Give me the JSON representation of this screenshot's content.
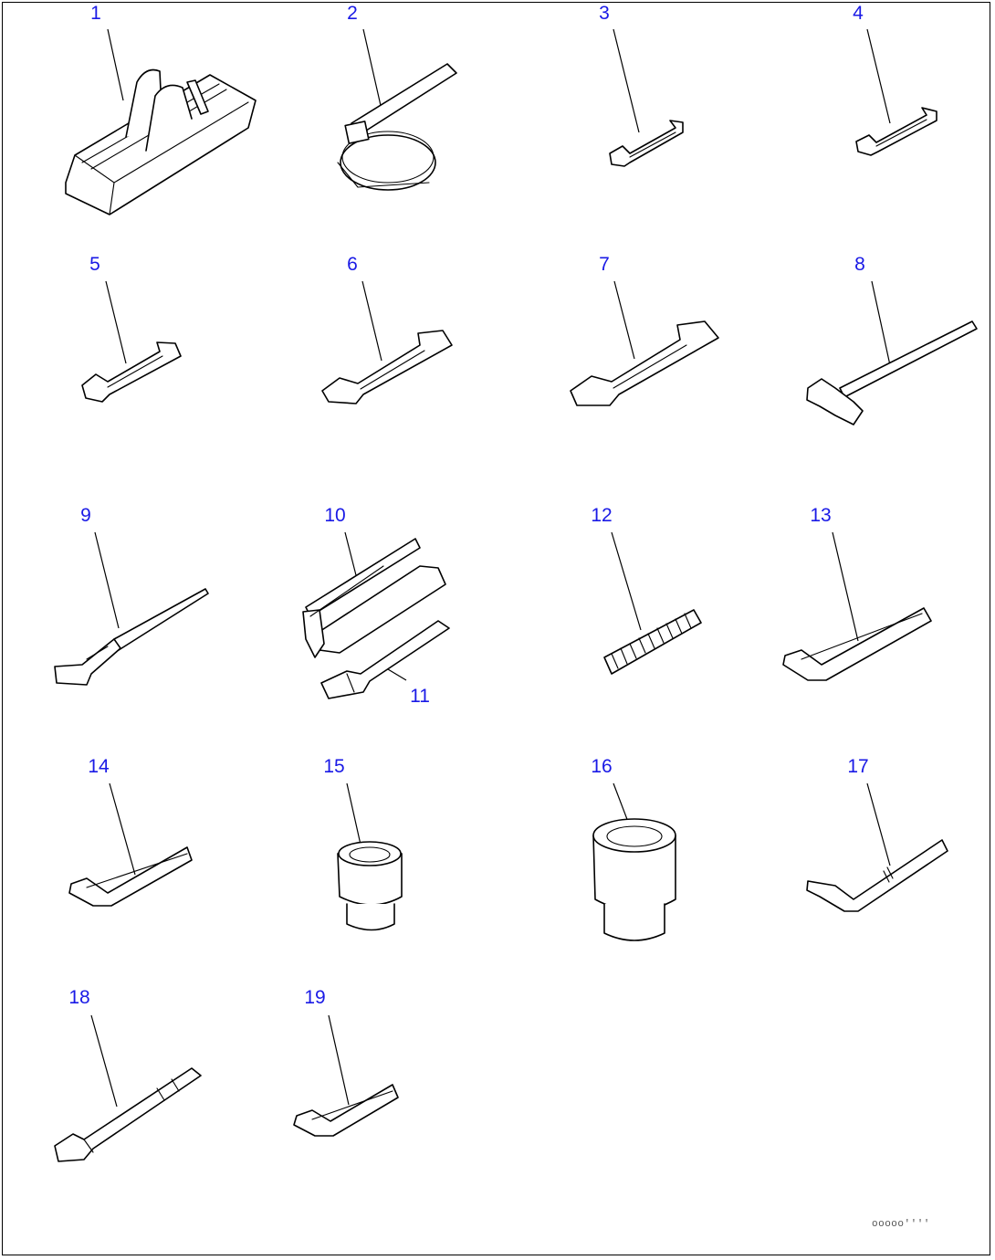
{
  "callouts": [
    "1",
    "2",
    "3",
    "4",
    "5",
    "6",
    "7",
    "8",
    "9",
    "10",
    "11",
    "12",
    "13",
    "14",
    "15",
    "16",
    "17",
    "18",
    "19"
  ],
  "drawing_code": "ooooo''''",
  "colors": {
    "callout": "#1a1ae6",
    "ink": "#000000",
    "background": "#ffffff"
  },
  "items": [
    {
      "callout": "1",
      "icon": "tool-box-icon"
    },
    {
      "callout": "2",
      "icon": "filter-wrench-icon"
    },
    {
      "callout": "3",
      "icon": "small-spanner-icon"
    },
    {
      "callout": "4",
      "icon": "small-spanner-icon"
    },
    {
      "callout": "5",
      "icon": "spanner-icon"
    },
    {
      "callout": "6",
      "icon": "spanner-icon"
    },
    {
      "callout": "7",
      "icon": "large-spanner-icon"
    },
    {
      "callout": "8",
      "icon": "hammer-icon"
    },
    {
      "callout": "9",
      "icon": "pry-bar-icon"
    },
    {
      "callout": "10",
      "icon": "grease-gun-icon"
    },
    {
      "callout": "11",
      "icon": "grease-nozzle-icon"
    },
    {
      "callout": "12",
      "icon": "threaded-bolt-icon"
    },
    {
      "callout": "13",
      "icon": "hex-key-icon"
    },
    {
      "callout": "14",
      "icon": "hex-key-icon"
    },
    {
      "callout": "15",
      "icon": "socket-icon"
    },
    {
      "callout": "16",
      "icon": "large-socket-icon"
    },
    {
      "callout": "17",
      "icon": "socket-wrench-icon"
    },
    {
      "callout": "18",
      "icon": "extension-bar-icon"
    },
    {
      "callout": "19",
      "icon": "hex-key-icon"
    }
  ]
}
